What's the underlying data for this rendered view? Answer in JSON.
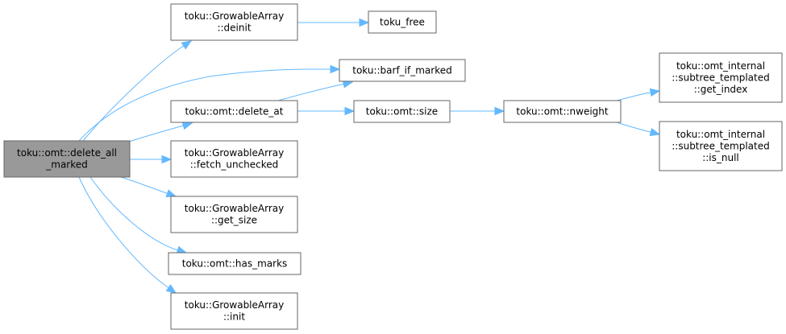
{
  "colors": {
    "edge": "#63b8ff",
    "root_fill": "#999999",
    "node_fill": "#ffffff",
    "node_border": "#666666"
  },
  "nodes": [
    {
      "id": "root",
      "lines": [
        "toku::omt::delete_all",
        "_marked"
      ]
    },
    {
      "id": "ga_deinit",
      "lines": [
        "toku::GrowableArray",
        "::deinit"
      ]
    },
    {
      "id": "toku_free",
      "lines": [
        "toku_free"
      ]
    },
    {
      "id": "barf",
      "lines": [
        "toku::barf_if_marked"
      ]
    },
    {
      "id": "delete_at",
      "lines": [
        "toku::omt::delete_at"
      ]
    },
    {
      "id": "size",
      "lines": [
        "toku::omt::size"
      ]
    },
    {
      "id": "nweight",
      "lines": [
        "toku::omt::nweight"
      ]
    },
    {
      "id": "get_index",
      "lines": [
        "toku::omt_internal",
        "::subtree_templated",
        "::get_index"
      ]
    },
    {
      "id": "is_null",
      "lines": [
        "toku::omt_internal",
        "::subtree_templated",
        "::is_null"
      ]
    },
    {
      "id": "fetch_unchecked",
      "lines": [
        "toku::GrowableArray",
        "::fetch_unchecked"
      ]
    },
    {
      "id": "get_size",
      "lines": [
        "toku::GrowableArray",
        "::get_size"
      ]
    },
    {
      "id": "has_marks",
      "lines": [
        "toku::omt::has_marks"
      ]
    },
    {
      "id": "ga_init",
      "lines": [
        "toku::GrowableArray",
        "::init"
      ]
    }
  ],
  "edges": [
    {
      "from": "root",
      "to": "ga_deinit"
    },
    {
      "from": "root",
      "to": "barf"
    },
    {
      "from": "root",
      "to": "delete_at"
    },
    {
      "from": "root",
      "to": "fetch_unchecked"
    },
    {
      "from": "root",
      "to": "get_size"
    },
    {
      "from": "root",
      "to": "has_marks"
    },
    {
      "from": "root",
      "to": "ga_init"
    },
    {
      "from": "ga_deinit",
      "to": "toku_free"
    },
    {
      "from": "delete_at",
      "to": "barf"
    },
    {
      "from": "delete_at",
      "to": "size"
    },
    {
      "from": "size",
      "to": "nweight"
    },
    {
      "from": "nweight",
      "to": "get_index"
    },
    {
      "from": "nweight",
      "to": "is_null"
    }
  ]
}
